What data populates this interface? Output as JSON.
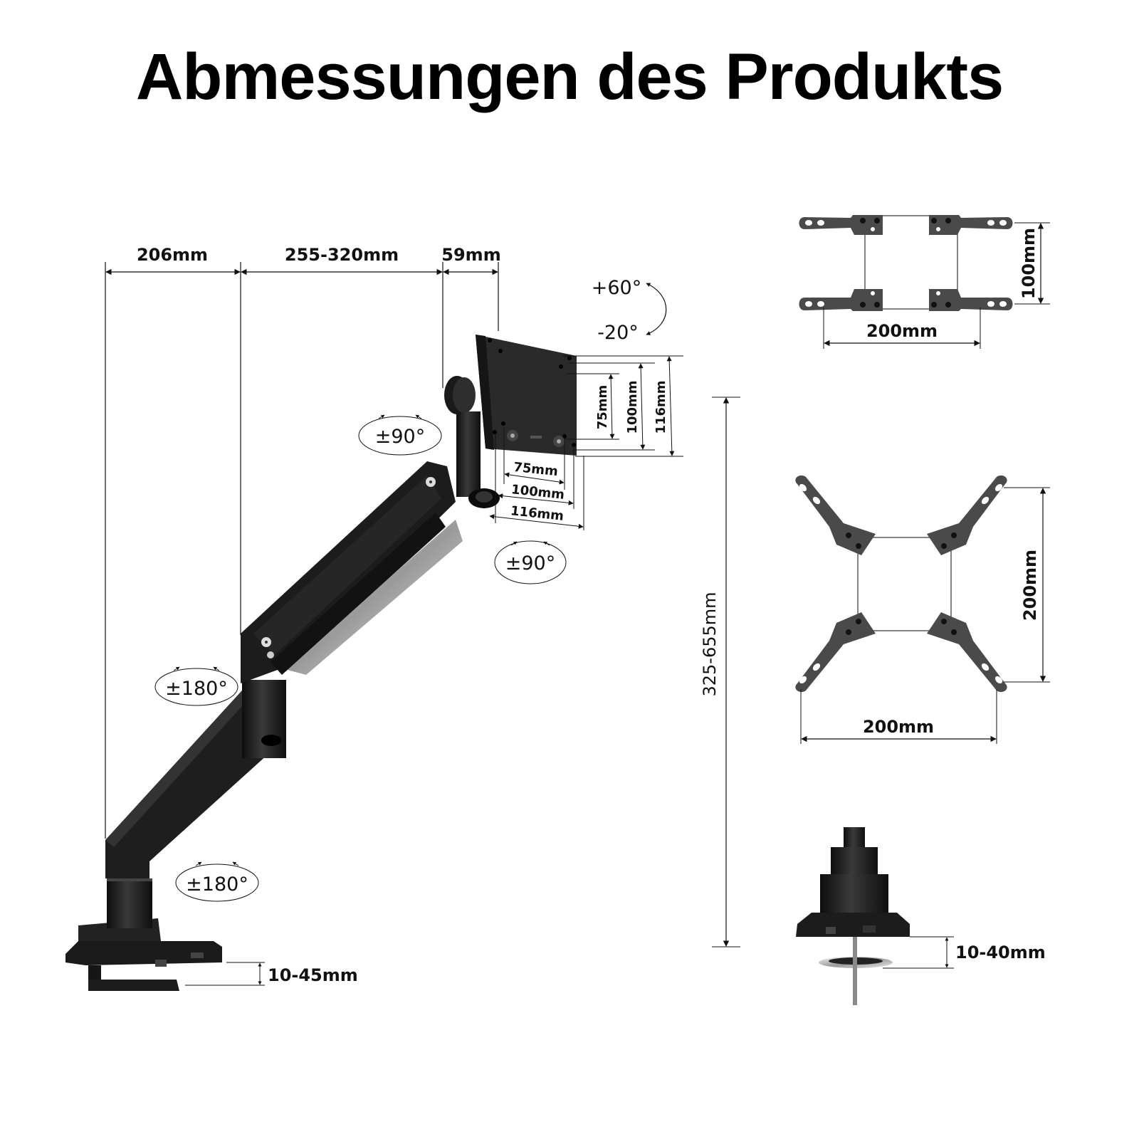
{
  "title": "Abmessungen des Produkts",
  "arm": {
    "reach": {
      "segment_1": "206mm",
      "segment_2": "255-320mm",
      "segment_3": "59mm"
    },
    "tilt": {
      "up": "+60°",
      "down": "-20°"
    },
    "rotation": {
      "head_swivel": "±90°",
      "screen_rotation": "±90°",
      "elbow_swivel": "±180°",
      "base_swivel": "±180°"
    },
    "vesa_plate": {
      "vertical": [
        "75mm",
        "100mm",
        "116mm"
      ],
      "horizontal": [
        "75mm",
        "100mm",
        "116mm"
      ]
    },
    "height_range": "325-655mm",
    "clamp_thickness": "10-45mm"
  },
  "adapter_horizontal": {
    "width": "200mm",
    "height": "100mm"
  },
  "adapter_cross": {
    "width": "200mm",
    "height": "200mm"
  },
  "grommet": {
    "thickness": "10-40mm"
  },
  "colors": {
    "product": "#1c1c1c",
    "bracket": "#555555",
    "line": "#111111",
    "background": "#ffffff"
  }
}
